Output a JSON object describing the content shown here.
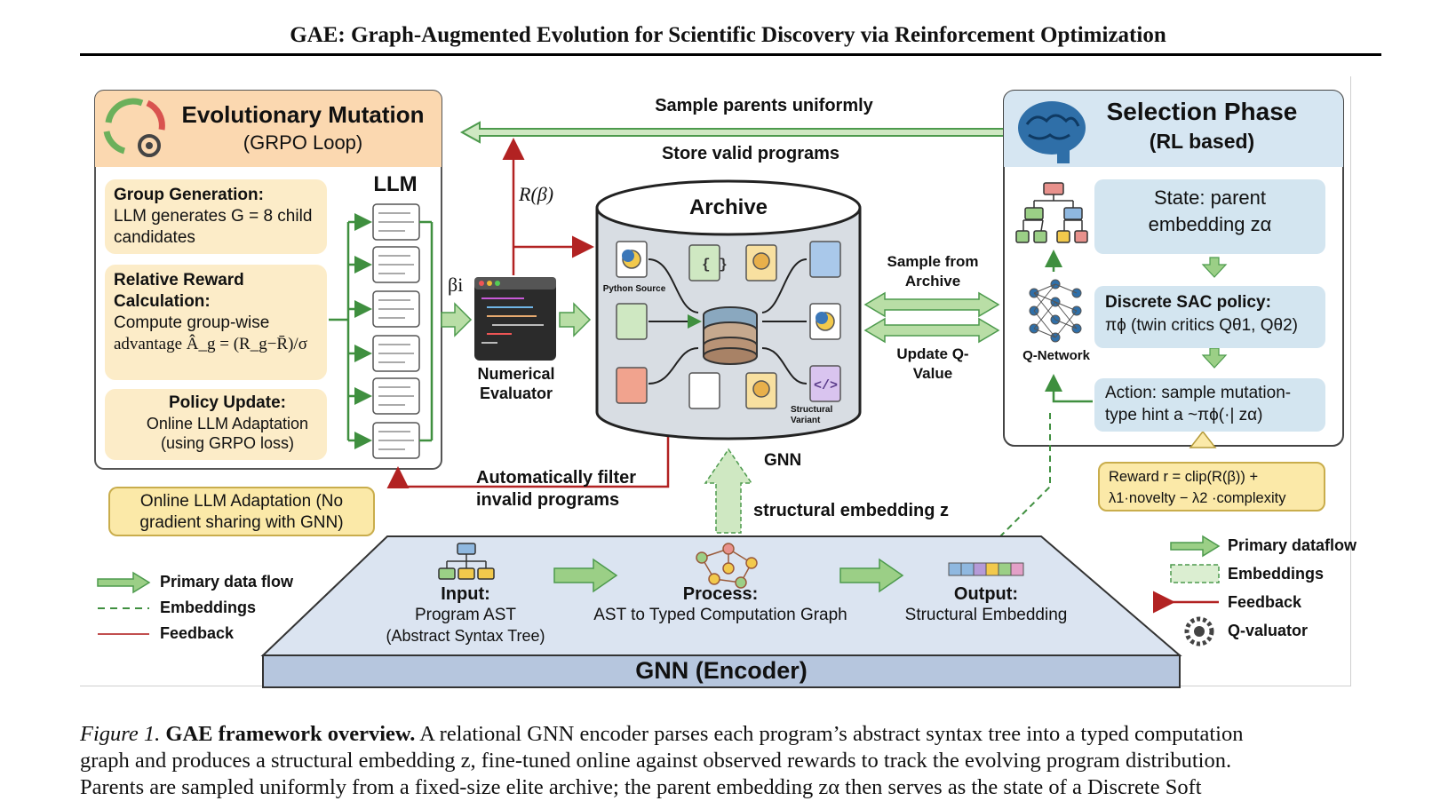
{
  "header": {
    "title": "GAE: Graph-Augmented Evolution for Scientific Discovery via Reinforcement Optimization"
  },
  "mutation": {
    "title": "Evolutionary Mutation",
    "subtitle": "(GRPO Loop)",
    "llm_label": "LLM",
    "group_title": "Group Generation:",
    "group_text": "LLM generates G = 8 child candidates",
    "reward_title": "Relative Reward Calculation:",
    "reward_text": "Compute group-wise",
    "reward_formula": "advantage Â_g = (R_g−R̄)/σ",
    "policy_title": "Policy Update:",
    "policy_text": "Online LLM Adaptation (using GRPO loss)",
    "note": "Online LLM Adaptation (No gradient sharing with GNN)"
  },
  "flow": {
    "sample_parents": "Sample parents uniformly",
    "store_valid": "Store valid programs",
    "reward_symbol": "R(β)",
    "beta_symbol": "βi",
    "evaluator_label": "Numerical Evaluator",
    "filter_text": "Automatically filter invalid programs",
    "gnn_label": "GNN",
    "structural_embedding": "structural embedding z",
    "sample_from_archive": "Sample from Archive",
    "update_q": "Update Q-Value"
  },
  "archive": {
    "title": "Archive",
    "python_source": "Python Source",
    "structural_variant": "Structural Variant"
  },
  "selection": {
    "title": "Selection Phase",
    "subtitle": "(RL based)",
    "q_network": "Q-Network",
    "state_text": "State: parent embedding zα",
    "policy_title": "Discrete SAC policy:",
    "policy_text": "πϕ (twin critics Qθ1, Qθ2)",
    "action_text": "Action: sample mutation-type hint a ~πϕ(·| zα)",
    "reward_line1": "Reward r = clip(R(β)) +",
    "reward_line2": "λ1·novelty − λ2 ·complexity"
  },
  "gnn": {
    "title": "GNN (Encoder)",
    "input_title": "Input:",
    "input_line1": "Program AST",
    "input_line2": "(Abstract Syntax Tree)",
    "process_title": "Process:",
    "process_line1": "AST to Typed Computation Graph",
    "output_title": "Output:",
    "output_line1": "Structural Embedding"
  },
  "legend_left": {
    "primary": "Primary data flow",
    "embeddings": "Embeddings",
    "feedback": "Feedback"
  },
  "legend_right": {
    "primary": "Primary dataflow",
    "embeddings": "Embeddings",
    "feedback": "Feedback",
    "q_valuator": "Q-valuator"
  },
  "caption": {
    "figure_label": "Figure 1.",
    "bold_title": "GAE framework overview.",
    "text_line1": "A relational GNN encoder parses each program’s abstract syntax tree into a typed computation",
    "text_line2": "graph and produces a structural embedding z, fine-tuned online against observed rewards to track the evolving program distribution.",
    "text_line3": "Parents are sampled uniformly from a fixed-size elite archive; the parent embedding zα then serves as the state of a Discrete Soft"
  },
  "colors": {
    "green_arrow": "#9bcf86",
    "feedback_red": "#b22222",
    "orange_panel": "#fbd8b0",
    "blue_panel": "#d6e6f2",
    "yellow_card": "#fbe9a8"
  }
}
